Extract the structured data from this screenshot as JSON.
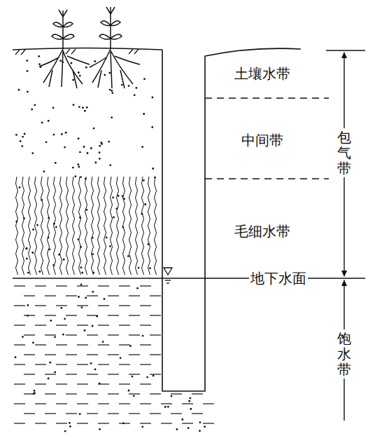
{
  "diagram": {
    "labels": [
      "土壤水带",
      "中间带",
      "毛细水带",
      "地下水面",
      "包气带",
      "饱水带"
    ]
  }
}
